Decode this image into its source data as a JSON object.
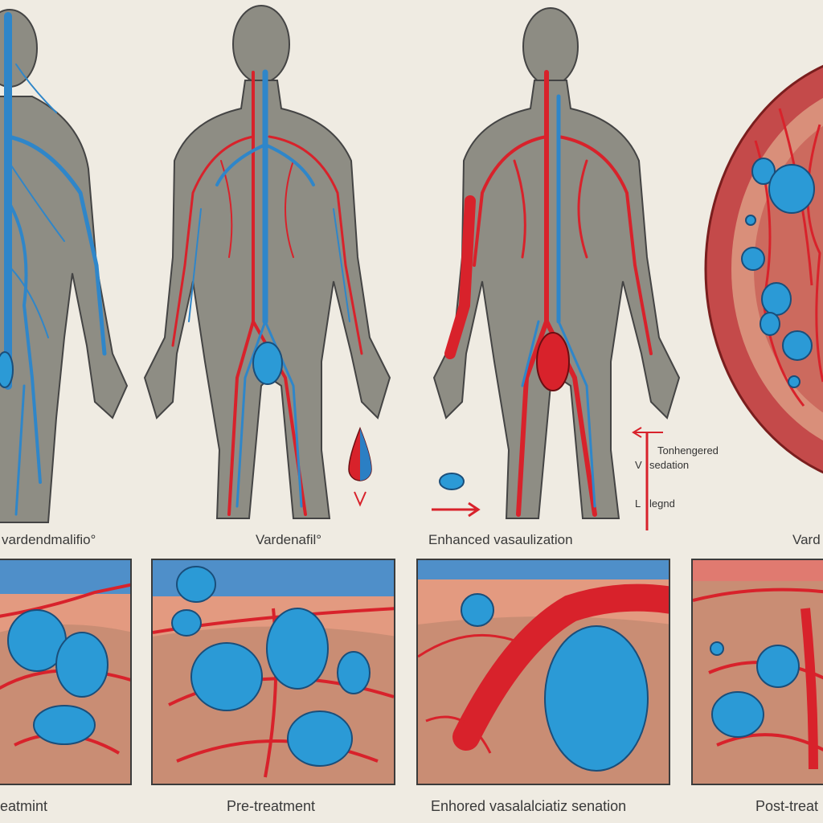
{
  "captions": {
    "figure1": "vardendmalifio°",
    "figure2": "Vardenafil°",
    "figure3": "Enhanced vasaulization",
    "figure4": "Vard",
    "panel1": "eatmint",
    "panel2": "Pre-treatment",
    "panel3": "Enhored vasalalciatiz senation",
    "panel4": "Post-treat"
  },
  "legend": {
    "line1": "Tonhengered",
    "line2": "V",
    "line3": "sedation",
    "line4": "L",
    "line5": "legnd"
  },
  "colors": {
    "background": "#efebe2",
    "artery": "#d8222b",
    "vein": "#2f86c9",
    "skin": "#8a8a80",
    "tissue": "#c98d74",
    "droplet_blue": "#2b9ad6"
  }
}
